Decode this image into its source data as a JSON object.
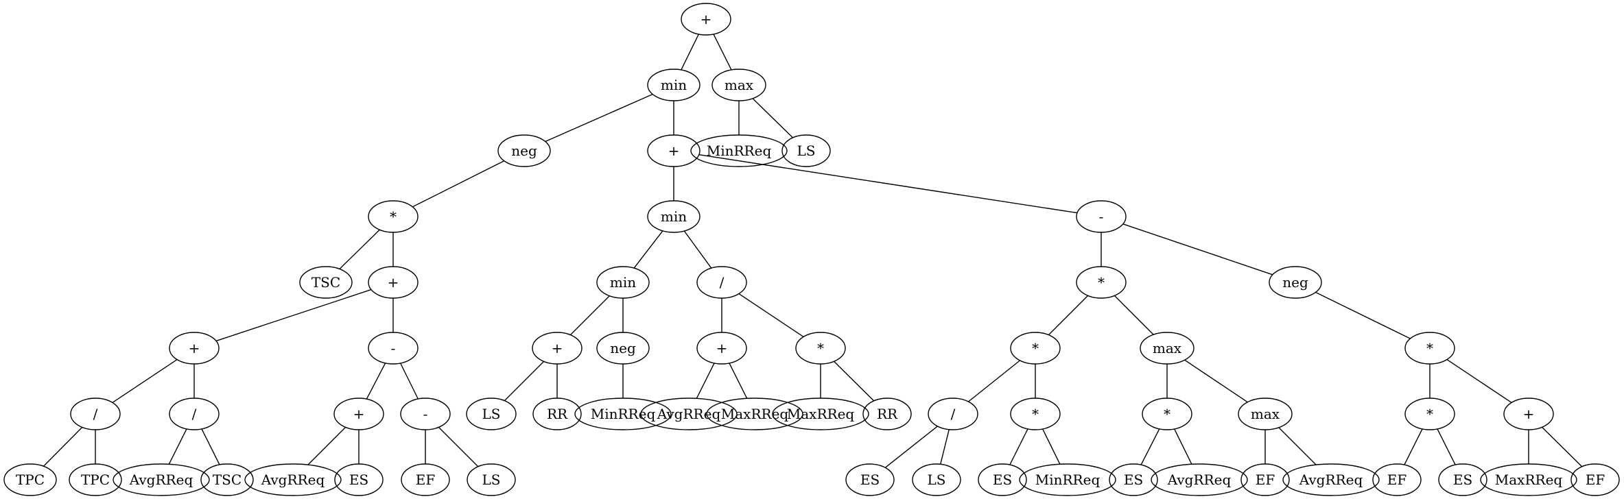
{
  "tree": {
    "nodes": [
      {
        "id": "n1",
        "label": "+"
      },
      {
        "id": "n2",
        "label": "min"
      },
      {
        "id": "n3",
        "label": "max"
      },
      {
        "id": "n4",
        "label": "neg"
      },
      {
        "id": "n5",
        "label": "+"
      },
      {
        "id": "n6",
        "label": "MinRReq"
      },
      {
        "id": "n7",
        "label": "LS"
      },
      {
        "id": "n8",
        "label": "*"
      },
      {
        "id": "n9",
        "label": "min"
      },
      {
        "id": "n10",
        "label": "-"
      },
      {
        "id": "n11",
        "label": "TSC"
      },
      {
        "id": "n12",
        "label": "+"
      },
      {
        "id": "n13",
        "label": "min"
      },
      {
        "id": "n14",
        "label": "/"
      },
      {
        "id": "n15",
        "label": "*"
      },
      {
        "id": "n16",
        "label": "neg"
      },
      {
        "id": "n17",
        "label": "+"
      },
      {
        "id": "n18",
        "label": "-"
      },
      {
        "id": "n19",
        "label": "+"
      },
      {
        "id": "n20",
        "label": "neg"
      },
      {
        "id": "n21",
        "label": "+"
      },
      {
        "id": "n22",
        "label": "*"
      },
      {
        "id": "n23",
        "label": "*"
      },
      {
        "id": "n24",
        "label": "max"
      },
      {
        "id": "n25",
        "label": "*"
      },
      {
        "id": "n26",
        "label": "/"
      },
      {
        "id": "n27",
        "label": "/"
      },
      {
        "id": "n28",
        "label": "+"
      },
      {
        "id": "n29",
        "label": "-"
      },
      {
        "id": "n30",
        "label": "LS"
      },
      {
        "id": "n31",
        "label": "RR"
      },
      {
        "id": "n32",
        "label": "MinRReq"
      },
      {
        "id": "n33",
        "label": "AvgRReq"
      },
      {
        "id": "n34",
        "label": "MaxRReq"
      },
      {
        "id": "n35",
        "label": "MaxRReq"
      },
      {
        "id": "n36",
        "label": "RR"
      },
      {
        "id": "n37",
        "label": "/"
      },
      {
        "id": "n38",
        "label": "*"
      },
      {
        "id": "n39",
        "label": "*"
      },
      {
        "id": "n40",
        "label": "max"
      },
      {
        "id": "n41",
        "label": "*"
      },
      {
        "id": "n42",
        "label": "+"
      },
      {
        "id": "n43",
        "label": "TPC"
      },
      {
        "id": "n44",
        "label": "TPC"
      },
      {
        "id": "n45",
        "label": "AvgRReq"
      },
      {
        "id": "n46",
        "label": "TSC"
      },
      {
        "id": "n47",
        "label": "AvgRReq"
      },
      {
        "id": "n48",
        "label": "ES"
      },
      {
        "id": "n49",
        "label": "EF"
      },
      {
        "id": "n50",
        "label": "LS"
      },
      {
        "id": "n51",
        "label": "ES"
      },
      {
        "id": "n52",
        "label": "LS"
      },
      {
        "id": "n53",
        "label": "ES"
      },
      {
        "id": "n54",
        "label": "MinRReq"
      },
      {
        "id": "n55",
        "label": "ES"
      },
      {
        "id": "n56",
        "label": "AvgRReq"
      },
      {
        "id": "n57",
        "label": "EF"
      },
      {
        "id": "n58",
        "label": "AvgRReq"
      },
      {
        "id": "n59",
        "label": "EF"
      },
      {
        "id": "n60",
        "label": "ES"
      },
      {
        "id": "n61",
        "label": "MaxRReq"
      },
      {
        "id": "n62",
        "label": "EF"
      }
    ],
    "edges": [
      [
        "n1",
        "n2"
      ],
      [
        "n1",
        "n3"
      ],
      [
        "n2",
        "n4"
      ],
      [
        "n2",
        "n5"
      ],
      [
        "n3",
        "n6"
      ],
      [
        "n3",
        "n7"
      ],
      [
        "n4",
        "n8"
      ],
      [
        "n5",
        "n9"
      ],
      [
        "n5",
        "n10"
      ],
      [
        "n8",
        "n11"
      ],
      [
        "n8",
        "n12"
      ],
      [
        "n9",
        "n13"
      ],
      [
        "n9",
        "n14"
      ],
      [
        "n10",
        "n15"
      ],
      [
        "n10",
        "n16"
      ],
      [
        "n12",
        "n17"
      ],
      [
        "n12",
        "n18"
      ],
      [
        "n13",
        "n19"
      ],
      [
        "n13",
        "n20"
      ],
      [
        "n14",
        "n21"
      ],
      [
        "n14",
        "n22"
      ],
      [
        "n15",
        "n23"
      ],
      [
        "n15",
        "n24"
      ],
      [
        "n16",
        "n25"
      ],
      [
        "n17",
        "n26"
      ],
      [
        "n17",
        "n27"
      ],
      [
        "n18",
        "n28"
      ],
      [
        "n18",
        "n29"
      ],
      [
        "n19",
        "n30"
      ],
      [
        "n19",
        "n31"
      ],
      [
        "n20",
        "n32"
      ],
      [
        "n21",
        "n33"
      ],
      [
        "n21",
        "n34"
      ],
      [
        "n22",
        "n35"
      ],
      [
        "n22",
        "n36"
      ],
      [
        "n23",
        "n37"
      ],
      [
        "n23",
        "n38"
      ],
      [
        "n24",
        "n39"
      ],
      [
        "n24",
        "n40"
      ],
      [
        "n25",
        "n41"
      ],
      [
        "n25",
        "n42"
      ],
      [
        "n26",
        "n43"
      ],
      [
        "n26",
        "n44"
      ],
      [
        "n27",
        "n45"
      ],
      [
        "n27",
        "n46"
      ],
      [
        "n28",
        "n47"
      ],
      [
        "n28",
        "n48"
      ],
      [
        "n29",
        "n49"
      ],
      [
        "n29",
        "n50"
      ],
      [
        "n37",
        "n51"
      ],
      [
        "n37",
        "n52"
      ],
      [
        "n38",
        "n53"
      ],
      [
        "n38",
        "n54"
      ],
      [
        "n39",
        "n55"
      ],
      [
        "n39",
        "n56"
      ],
      [
        "n40",
        "n57"
      ],
      [
        "n40",
        "n58"
      ],
      [
        "n41",
        "n59"
      ],
      [
        "n41",
        "n60"
      ],
      [
        "n42",
        "n61"
      ],
      [
        "n42",
        "n62"
      ]
    ]
  }
}
